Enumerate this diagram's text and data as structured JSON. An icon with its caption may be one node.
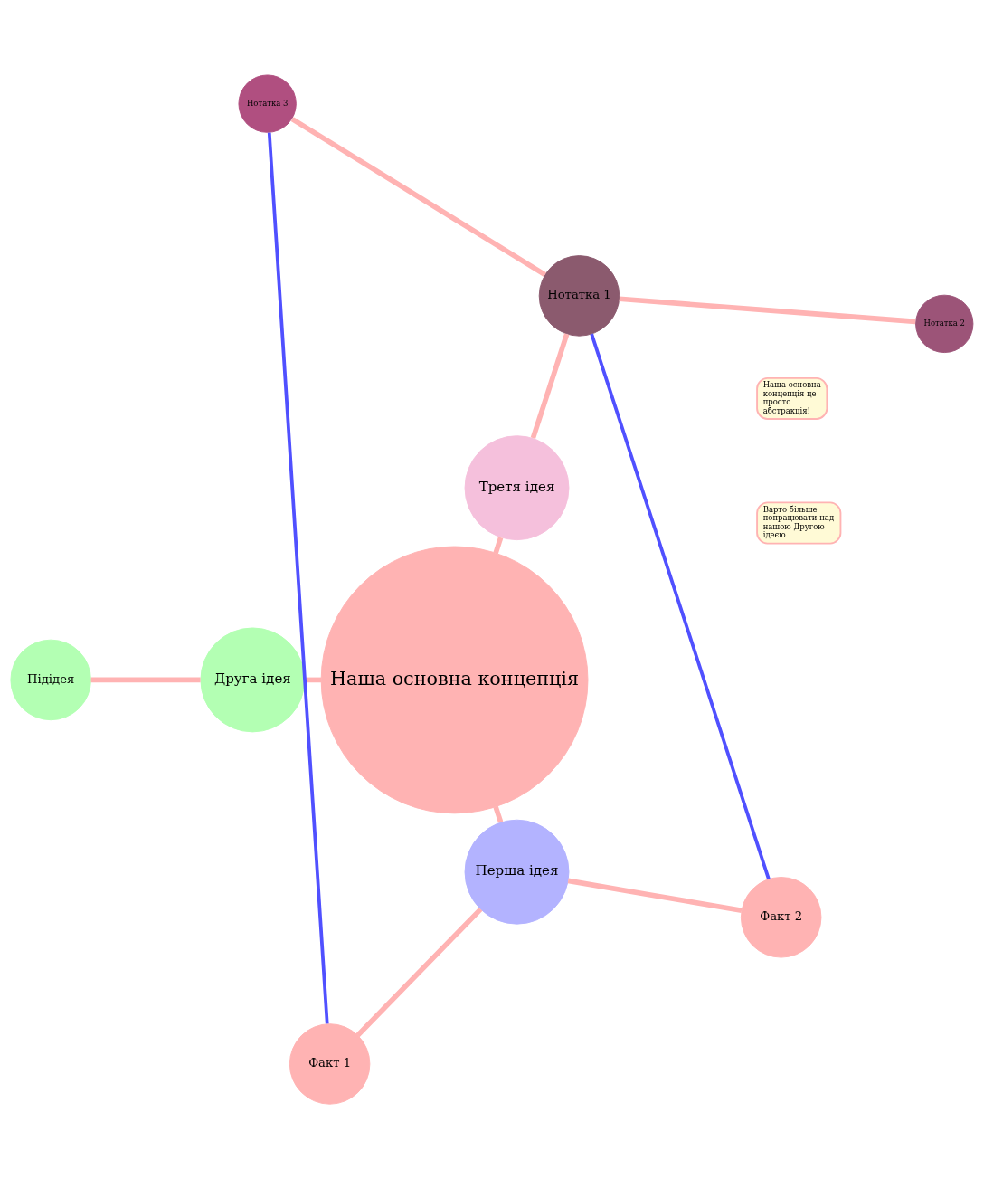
{
  "diagram": {
    "nodes": [
      {
        "text": [
          "Наша основна концепція"
        ]
      },
      {
        "text": [
          "Третя ідея"
        ]
      },
      {
        "text": [
          "Нотатка 1"
        ]
      },
      {
        "text": [
          "Нотатка 2"
        ]
      },
      {
        "text": [
          "Нотатка 3"
        ]
      },
      {
        "text": [
          "Друга ідея"
        ]
      },
      {
        "text": [
          "Підідея"
        ]
      },
      {
        "text": [
          "Перша ідея"
        ]
      },
      {
        "text": [
          "Факт 1"
        ]
      },
      {
        "text": [
          "Факт 2"
        ]
      },
      {
        "text": [
          "Варто більше попрацювати над нашою Другою ідеєю"
        ]
      },
      {
        "text": [
          "Наша основна концепція це просто абстракція!"
        ]
      }
    ],
    "edges": [
      {
        "from": 0,
        "to": 1,
        "arrow": "none"
      },
      {
        "from": 1,
        "to": 2,
        "arrow": "none"
      },
      {
        "from": 2,
        "to": 3,
        "arrow": "none"
      },
      {
        "from": 2,
        "to": 4,
        "arrow": "none"
      },
      {
        "from": 0,
        "to": 5,
        "arrow": "none"
      },
      {
        "from": 5,
        "to": 6,
        "arrow": "none"
      },
      {
        "from": 0,
        "to": 7,
        "arrow": "none"
      },
      {
        "from": 7,
        "to": 8,
        "arrow": "none"
      },
      {
        "from": 7,
        "to": 9,
        "arrow": "none"
      },
      {
        "from": 4,
        "to": 8,
        "arrow": "none",
        "color": "#5050ff"
      },
      {
        "from": 2,
        "to": 9,
        "arrow": "none",
        "color": "#5050ff"
      }
    ]
  }
}
